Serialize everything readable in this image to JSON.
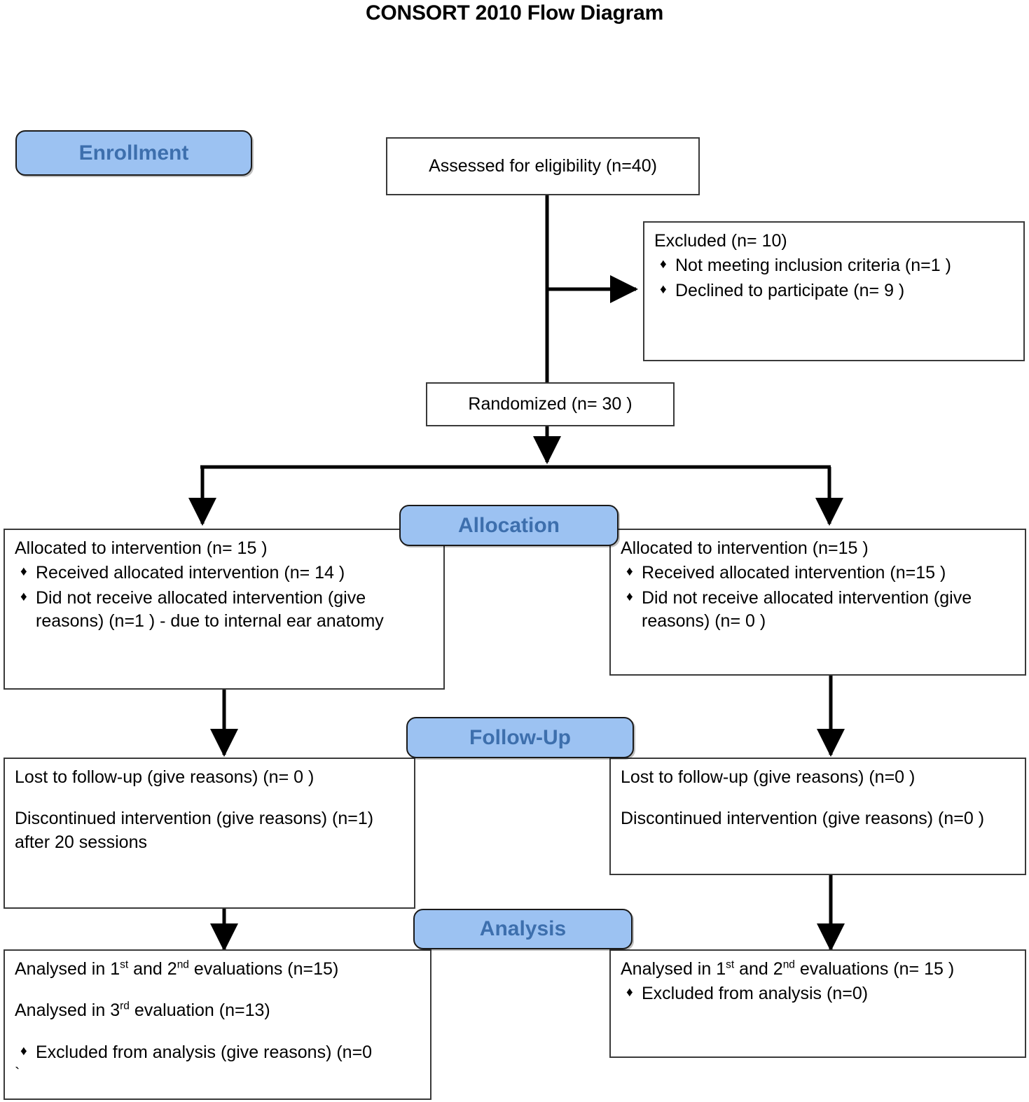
{
  "title": "CONSORT 2010 Flow Diagram",
  "badges": {
    "enrollment": "Enrollment",
    "allocation": "Allocation",
    "followup": "Follow-Up",
    "analysis": "Analysis"
  },
  "colors": {
    "badge_fill": "#9CC2F2",
    "badge_text": "#3D6FAD",
    "badge_border": "#1a1a1a",
    "box_border": "#3a3a3a",
    "line": "#000000",
    "background": "#ffffff"
  },
  "enrollment": {
    "assessed": "Assessed for eligibility (n=40)",
    "excluded_title": "Excluded  (n= 10)",
    "excluded_items": [
      "Not meeting inclusion criteria (n=1 )",
      "Declined to participate (n= 9 )"
    ],
    "randomized": "Randomized (n= 30 )"
  },
  "allocation": {
    "left": {
      "lead": "Allocated to intervention (n= 15 )",
      "items": [
        "Received allocated intervention (n= 14  )",
        "Did not receive allocated intervention (give reasons) (n=1  ) - due to internal ear anatomy"
      ]
    },
    "right": {
      "lead": "Allocated to intervention (n=15  )",
      "items": [
        "Received allocated intervention (n=15  )",
        "Did not receive allocated intervention (give reasons) (n= 0 )"
      ]
    }
  },
  "followup": {
    "left": {
      "lost": "Lost to follow-up (give reasons) (n= 0 )",
      "discontinued": "Discontinued intervention (give reasons) (n=1) after 20 sessions"
    },
    "right": {
      "lost": "Lost to follow-up (give reasons) (n=0  )",
      "discontinued": "Discontinued intervention (give reasons) (n=0  )"
    }
  },
  "analysis": {
    "left": {
      "line1_a": "Analysed  in 1",
      "line1_sup1": "st",
      "line1_b": " and 2",
      "line1_sup2": "nd",
      "line1_c": " evaluations (n=15)",
      "line2_a": "Analysed in 3",
      "line2_sup": "rd",
      "line2_b": " evaluation (n=13)",
      "bullet": "Excluded from analysis (give reasons) (n=0",
      "trailing_mark": "`"
    },
    "right": {
      "line1_a": "Analysed in 1",
      "line1_sup1": "st",
      "line1_b": " and 2",
      "line1_sup2": "nd",
      "line1_c": " evaluations (n= 15 )",
      "bullet": "Excluded from analysis (n=0)"
    }
  },
  "icons": {
    "diamond_bullet": "♦"
  }
}
